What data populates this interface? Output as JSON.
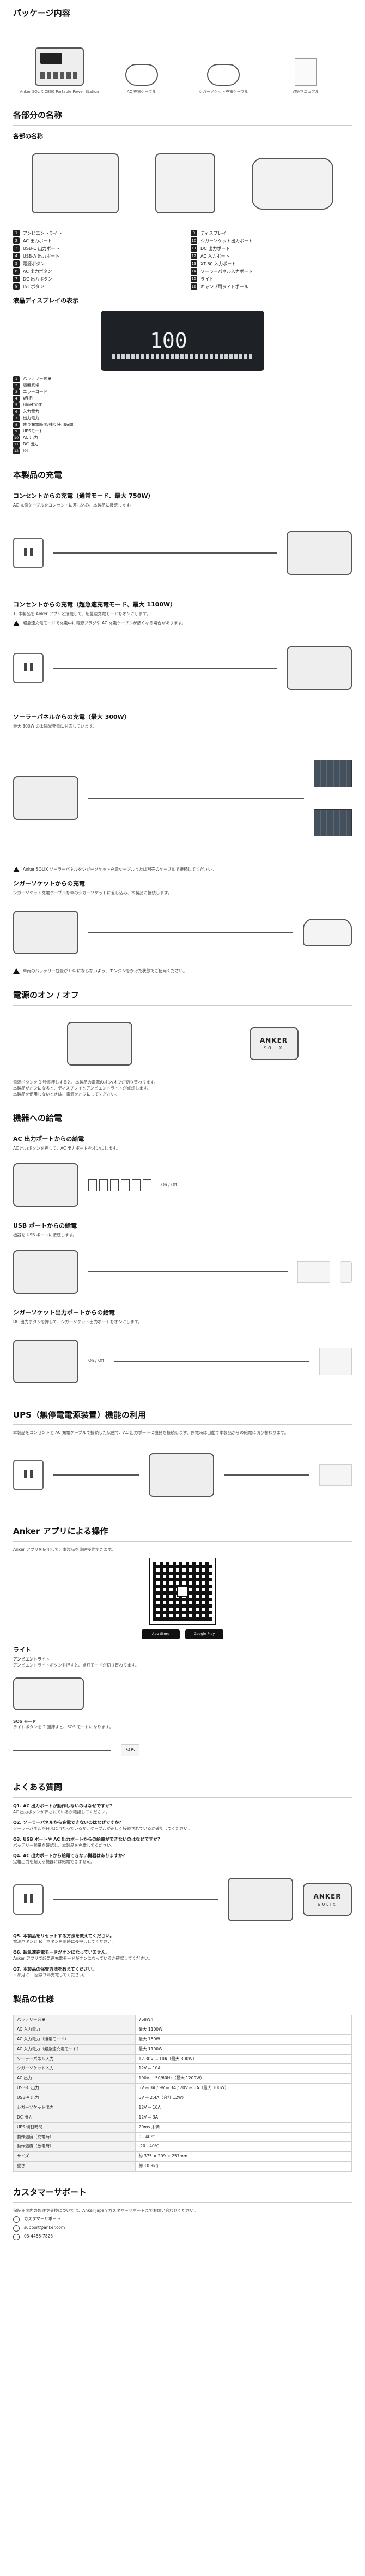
{
  "sections": {
    "package": "パッケージ内容",
    "parts": "各部分の名称",
    "charging": "本製品の充電",
    "power": "電源のオン / オフ",
    "devices": "機器への給電",
    "ups": "UPS（無停電電源装置）機能の利用",
    "app": "Anker アプリによる操作",
    "faq": "よくある質問",
    "specs": "製品の仕様",
    "support": "カスタマーサポート"
  },
  "package_items": [
    {
      "label": "Anker SOLIX C800 Portable Power Station"
    },
    {
      "label": "AC 充電ケーブル"
    },
    {
      "label": "シガーソケット充電ケーブル"
    },
    {
      "label": "取扱マニュアル"
    }
  ],
  "parts": {
    "subtitle": "各部の名称",
    "items": [
      "アンビエントライト",
      "AC 出力ポート",
      "USB-C 出力ポート",
      "USB-A 出力ポート",
      "電源ボタン",
      "AC 出力ボタン",
      "DC 出力ボタン",
      "IoT ボタン",
      "ディスプレイ",
      "シガーソケット出力ポート",
      "DC 出力ポート",
      "AC 入力ポート",
      "XT-60 入力ポート",
      "ソーラーパネル入力ポート",
      "ライト",
      "キャンプ用ライトポール"
    ]
  },
  "display": {
    "subtitle": "液晶ディスプレイの表示",
    "big_value": "100",
    "items": [
      "バッテリー残量",
      "温度異常",
      "エラーコード",
      "Wi-Fi",
      "Bluetooth",
      "入力電力",
      "出力電力",
      "残り充電時間/残り使用時間",
      "UPSモード",
      "AC 出力",
      "DC 出力",
      "IoT"
    ]
  },
  "charging": {
    "ac_title": "コンセントからの充電（通常モード、最大 750W）",
    "ac_note": "AC 充電ケーブルをコンセントに差し込み、本製品に接続します。",
    "ultra_title": "コンセントからの充電（超急速充電モード、最大 1100W）",
    "ultra_note": "1. 本製品を Anker アプリと接続して、超急速充電モードをオンにします。",
    "warn1": "超急速充電モードで充電中に電源プラグや AC 充電ケーブルが熱くなる場合があります。",
    "solar_title": "ソーラーパネルからの充電（最大 300W）",
    "solar_note": "最大 300W の太陽光発電に対応しています。",
    "solar_warn": "Anker SOLIX ソーラーパネルをシガーソケット充電ケーブルまたは別売のケーブルで接続してください。",
    "car_title": "シガーソケットからの充電",
    "car_note": "シガーソケット充電ケーブルを車のシガーソケットに差し込み、本製品に接続します。",
    "car_warn": "車両のバッテリー残量が 0% にならないよう、エンジンをかけた状態でご使用ください。"
  },
  "power": {
    "logo": "ANKER",
    "logo_sub": "SOLIX",
    "note1": "電源ボタンを 1 秒長押しすると、本製品の電源のオン/オフが切り替わります。",
    "note2": "本製品がオンになると、ディスプレイとアンビエントライトが点灯します。",
    "note3": "本製品を使用しないときは、電源をオフにしてください。"
  },
  "devices": {
    "ac_title": "AC 出力ポートからの給電",
    "ac_note": "AC 出力ボタンを押して、AC 出力ポートをオンにします。",
    "ac_label": "On / Off",
    "usb_title": "USB ポートからの給電",
    "usb_note": "機器を USB ポートに接続します。",
    "car_title": "シガーソケット出力ポートからの給電",
    "car_note": "DC 出力ボタンを押して、シガーソケット出力ポートをオンにします。",
    "car_label": "On / Off"
  },
  "ups": {
    "note": "本製品をコンセントと AC 充電ケーブルで接続した状態で、AC 出力ポートに機器を接続します。停電時は自動で本製品からの給電に切り替わります。"
  },
  "app": {
    "note": "Anker アプリを使用して、本製品を遠隔操作できます。",
    "store1": "App Store",
    "store2": "Google Play",
    "light_title": "ライト",
    "ambient_title": "アンビエントライト",
    "ambient_note": "アンビエントライトボタンを押すと、点灯モードが切り替わります。",
    "sos_title": "SOS モード",
    "sos_note": "ライトボタンを 2 回押すと、SOS モードになります。",
    "sos_label": "SOS"
  },
  "faq": [
    {
      "q": "Q1. AC 出力ポートが動作しないのはなぜですか？",
      "a": "AC 出力ボタンが押されているか確認してください。"
    },
    {
      "q": "Q2. ソーラーパネルから充電できないのはなぜですか？",
      "a": "ソーラーパネルが日光に当たっているか、ケーブルが正しく接続されているか確認してください。"
    },
    {
      "q": "Q3. USB ポートや AC 出力ポートからの給電ができないのはなぜですか？",
      "a": "バッテリー残量を確認し、本製品を充電してください。"
    },
    {
      "q": "Q4. AC 出力ポートから給電できない機器はありますか？",
      "a": "定格出力を超える機器には給電できません。"
    },
    {
      "q": "Q5. 本製品をリセットする方法を教えてください。",
      "a": "電源ボタンと IoT ボタンを同時に長押ししてください。"
    },
    {
      "q": "Q6. 超急速充電モードがオンになっていません。",
      "a": "Anker アプリで超急速充電モードがオンになっているか確認してください。"
    },
    {
      "q": "Q7. 本製品の保管方法を教えてください。",
      "a": "3 か月に 1 回はフル充電してください。"
    }
  ],
  "specs": [
    {
      "k": "バッテリー容量",
      "v": "768Wh"
    },
    {
      "k": "AC 入力電力",
      "v": "最大 1100W"
    },
    {
      "k": "AC 入力電力（通常モード）",
      "v": "最大 750W"
    },
    {
      "k": "AC 入力電力（超急速充電モード）",
      "v": "最大 1100W"
    },
    {
      "k": "ソーラーパネル入力",
      "v": "12-30V ⎓ 10A（最大 300W）"
    },
    {
      "k": "シガーソケット入力",
      "v": "12V ⎓ 10A"
    },
    {
      "k": "AC 出力",
      "v": "100V ~ 50/60Hz（最大 1200W）"
    },
    {
      "k": "USB-C 出力",
      "v": "5V ⎓ 3A / 9V ⎓ 3A / 20V ⎓ 5A（最大 100W）"
    },
    {
      "k": "USB-A 出力",
      "v": "5V ⎓ 2.4A（合計 12W）"
    },
    {
      "k": "シガーソケット出力",
      "v": "12V ⎓ 10A"
    },
    {
      "k": "DC 出力",
      "v": "12V ⎓ 3A"
    },
    {
      "k": "UPS 切替時間",
      "v": "20ms 未満"
    },
    {
      "k": "動作温度（充電時）",
      "v": "0 - 40℃"
    },
    {
      "k": "動作温度（放電時）",
      "v": "-20 - 40℃"
    },
    {
      "k": "サイズ",
      "v": "約 375 × 209 × 257mm"
    },
    {
      "k": "重さ",
      "v": "約 10.9kg"
    }
  ],
  "support": {
    "note": "保証期間内の修理や交換については、Anker Japan カスタマーサポートまでお問い合わせください。",
    "web": "カスタマーサポート",
    "email": "support@anker.com",
    "tel": "03-4455-7823"
  }
}
